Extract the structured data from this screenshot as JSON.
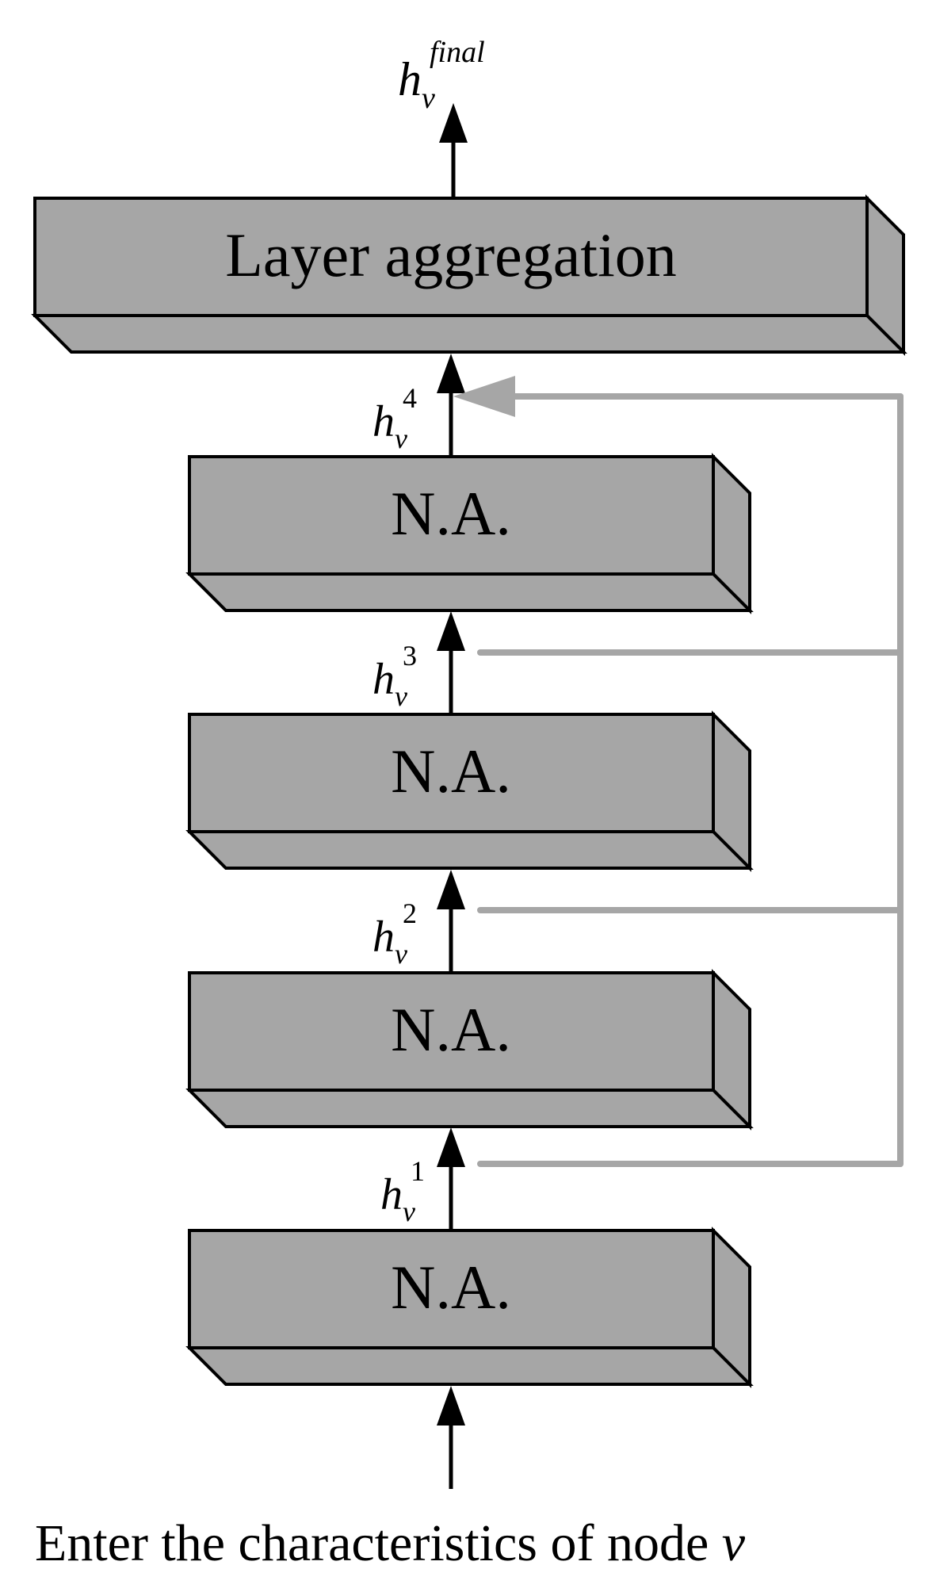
{
  "blocks": {
    "aggregation": {
      "label": "Layer aggregation"
    },
    "na_layers": [
      {
        "label": "N.A."
      },
      {
        "label": "N.A."
      },
      {
        "label": "N.A."
      },
      {
        "label": "N.A."
      }
    ]
  },
  "outputs": {
    "final": {
      "base": "h",
      "sub": "v",
      "sup": "final"
    },
    "hidden": [
      {
        "base": "h",
        "sub": "v",
        "sup": "4"
      },
      {
        "base": "h",
        "sub": "v",
        "sup": "3"
      },
      {
        "base": "h",
        "sub": "v",
        "sup": "2"
      },
      {
        "base": "h",
        "sub": "v",
        "sup": "1"
      }
    ]
  },
  "input": {
    "caption_text": "Enter the characteristics of node ",
    "caption_var": "v"
  },
  "colors": {
    "block_fill": "#a6a6a6",
    "skip_connection": "#a6a6a6",
    "arrows": "#000000"
  }
}
